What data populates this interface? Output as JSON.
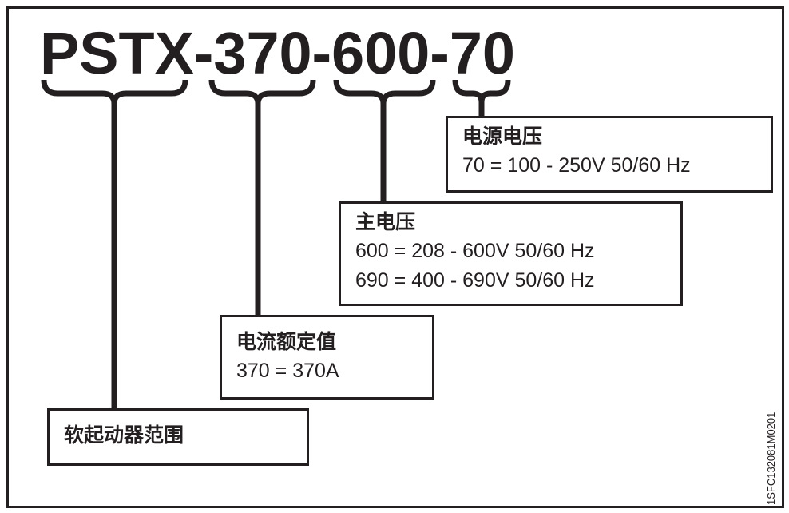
{
  "title": {
    "parts": [
      "PSTX",
      "-",
      "370",
      "-",
      "600",
      "-",
      "70"
    ],
    "full": "PSTX-370-600-70"
  },
  "boxes": {
    "supply_voltage": {
      "title": "电源电压",
      "lines": [
        "70 = 100 - 250V 50/60 Hz"
      ]
    },
    "main_voltage": {
      "title": "主电压",
      "lines": [
        "600 = 208 - 600V 50/60 Hz",
        "690 = 400 - 690V 50/60 Hz"
      ]
    },
    "rated_current": {
      "title": "电流额定值",
      "lines": [
        "370 = 370A"
      ]
    },
    "softstarter_range": {
      "title": "软起动器范围"
    }
  },
  "doc_code": "1SFC132081M0201",
  "colors": {
    "ink": "#231f20",
    "background": "#ffffff"
  }
}
